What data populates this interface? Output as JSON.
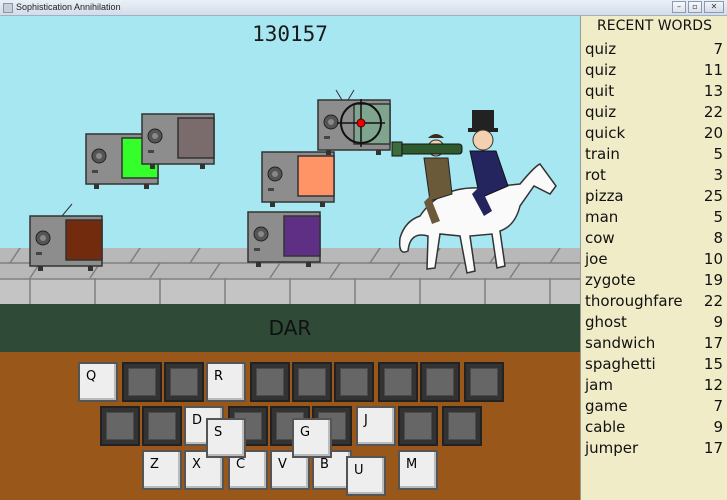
{
  "window": {
    "title": "Sophistication Annihilation"
  },
  "hud": {
    "score": "130157",
    "typed_word": "DAR"
  },
  "sidebar": {
    "title": "RECENT WORDS",
    "words": [
      {
        "word": "quiz",
        "points": "7"
      },
      {
        "word": "quiz",
        "points": "11"
      },
      {
        "word": "quit",
        "points": "13"
      },
      {
        "word": "quiz",
        "points": "22"
      },
      {
        "word": "quick",
        "points": "20"
      },
      {
        "word": "train",
        "points": "5"
      },
      {
        "word": "rot",
        "points": "3"
      },
      {
        "word": "pizza",
        "points": "25"
      },
      {
        "word": "man",
        "points": "5"
      },
      {
        "word": "cow",
        "points": "8"
      },
      {
        "word": "joe",
        "points": "10"
      },
      {
        "word": "zygote",
        "points": "19"
      },
      {
        "word": "thoroughfare",
        "points": "22"
      },
      {
        "word": "ghost",
        "points": "9"
      },
      {
        "word": "sandwich",
        "points": "17"
      },
      {
        "word": "spaghetti",
        "points": "15"
      },
      {
        "word": "jam",
        "points": "12"
      },
      {
        "word": "game",
        "points": "7"
      },
      {
        "word": "cable",
        "points": "9"
      },
      {
        "word": "jumper",
        "points": "17"
      }
    ]
  },
  "keyboard": {
    "letters": [
      "Q",
      "R",
      "D",
      "S",
      "G",
      "J",
      "Z",
      "X",
      "C",
      "V",
      "B",
      "U",
      "M"
    ]
  },
  "tv_screen_colors": [
    "#35ff2a",
    "#7a6b6d",
    "#ff9566",
    "#7fa58f",
    "#732b0d",
    "#5e2f85"
  ]
}
